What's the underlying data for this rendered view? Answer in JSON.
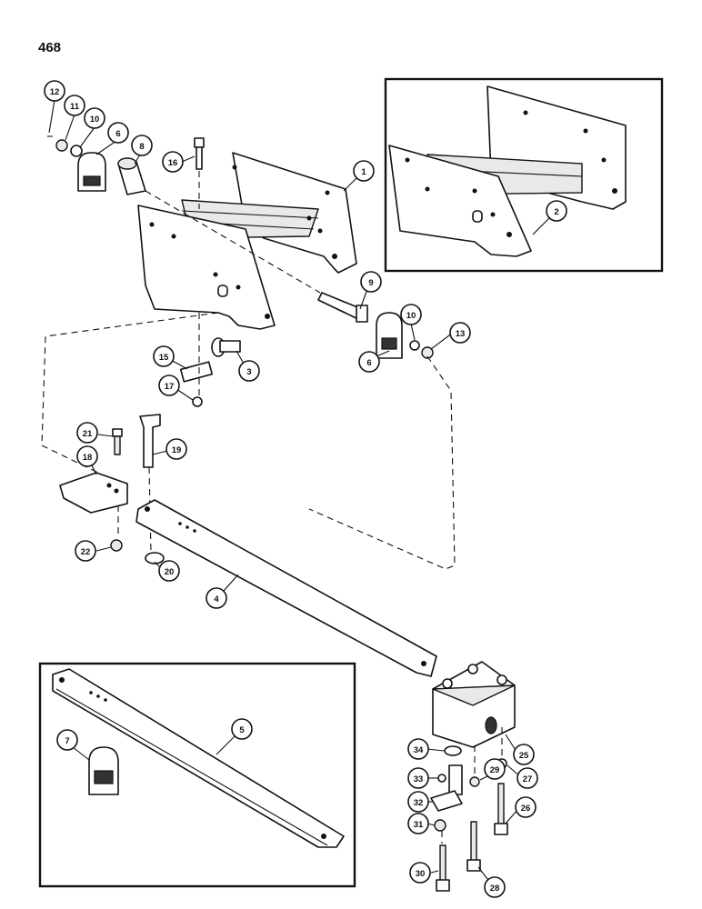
{
  "page": {
    "number": "468"
  },
  "callouts": [
    {
      "label": "1"
    },
    {
      "label": "2"
    },
    {
      "label": "3"
    },
    {
      "label": "4"
    },
    {
      "label": "5"
    },
    {
      "label": "6"
    },
    {
      "label": "6"
    },
    {
      "label": "7"
    },
    {
      "label": "8"
    },
    {
      "label": "9"
    },
    {
      "label": "10"
    },
    {
      "label": "10"
    },
    {
      "label": "11"
    },
    {
      "label": "12"
    },
    {
      "label": "13"
    },
    {
      "label": "15"
    },
    {
      "label": "16"
    },
    {
      "label": "17"
    },
    {
      "label": "18"
    },
    {
      "label": "19"
    },
    {
      "label": "20"
    },
    {
      "label": "21"
    },
    {
      "label": "22"
    },
    {
      "label": "25"
    },
    {
      "label": "26"
    },
    {
      "label": "27"
    },
    {
      "label": "28"
    },
    {
      "label": "29"
    },
    {
      "label": "30"
    },
    {
      "label": "31"
    },
    {
      "label": "32"
    },
    {
      "label": "33"
    },
    {
      "label": "34"
    }
  ]
}
